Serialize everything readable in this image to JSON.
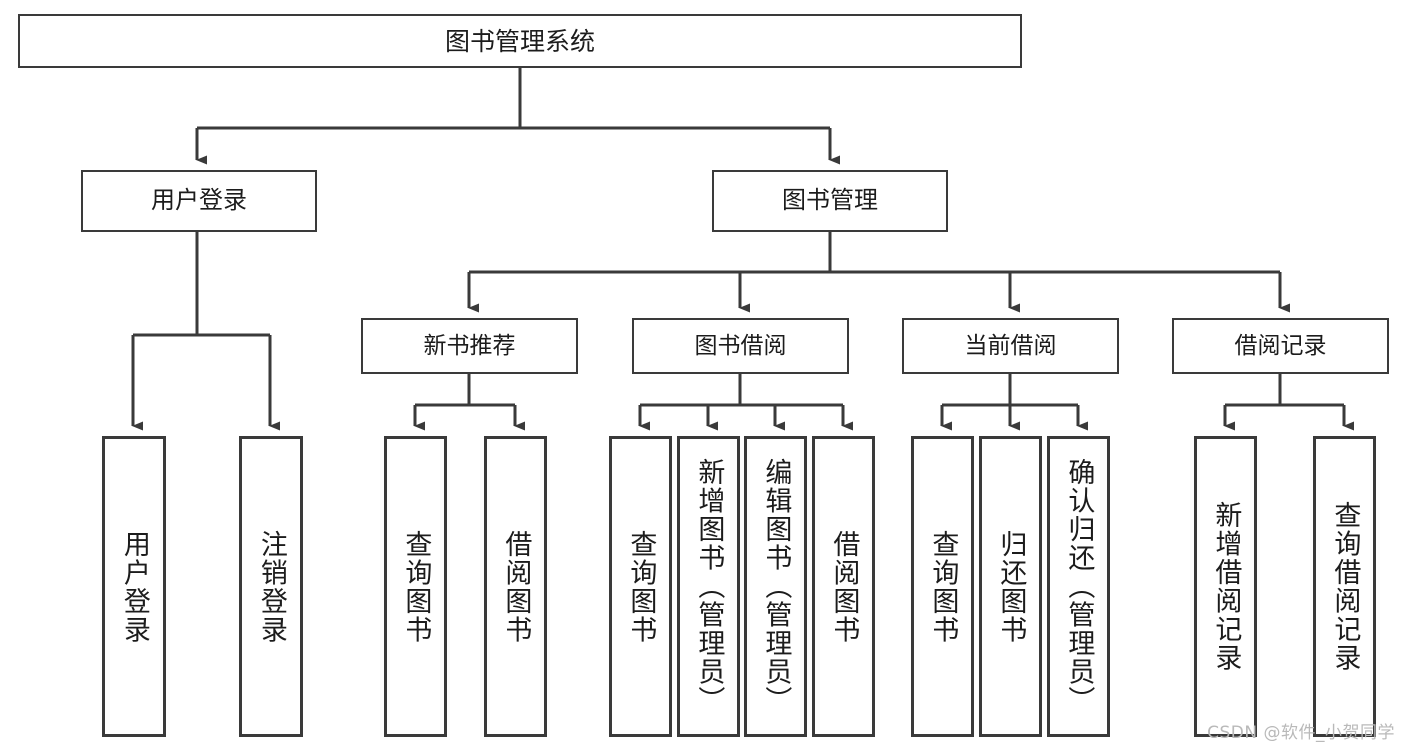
{
  "diagram": {
    "title": "图书管理系统",
    "type": "tree-hierarchy",
    "watermark": "CSDN @软件_小贺同学",
    "colors": {
      "box_border": "#3a3a3a",
      "box_fill": "#ffffff",
      "connector": "#3a3a3a",
      "text": "#1c1c1c",
      "watermark": "#b9b9b9",
      "background": "#ffffff"
    },
    "root": {
      "label": "图书管理系统"
    },
    "level2": [
      {
        "id": "user-login",
        "label": "用户登录"
      },
      {
        "id": "book-management",
        "label": "图书管理"
      }
    ],
    "level3": [
      {
        "id": "new-book-recommend",
        "label": "新书推荐"
      },
      {
        "id": "book-borrow",
        "label": "图书借阅"
      },
      {
        "id": "current-borrow",
        "label": "当前借阅"
      },
      {
        "id": "borrow-record",
        "label": "借阅记录"
      }
    ],
    "leaves": {
      "user-login": [
        {
          "id": "leaf-user-login",
          "label": "用户登录"
        },
        {
          "id": "leaf-logout-login",
          "label": "注销登录"
        }
      ],
      "new-book-recommend": [
        {
          "id": "leaf-query-book-1",
          "label": "查询图书"
        },
        {
          "id": "leaf-borrow-book-1",
          "label": "借阅图书"
        }
      ],
      "book-borrow": [
        {
          "id": "leaf-query-book-2",
          "label": "查询图书"
        },
        {
          "id": "leaf-add-book",
          "label": "新增图书（管理员）"
        },
        {
          "id": "leaf-edit-book",
          "label": "编辑图书（管理员）"
        },
        {
          "id": "leaf-borrow-book-2",
          "label": "借阅图书"
        }
      ],
      "current-borrow": [
        {
          "id": "leaf-query-book-3",
          "label": "查询图书"
        },
        {
          "id": "leaf-return-book",
          "label": "归还图书"
        },
        {
          "id": "leaf-confirm-return",
          "label": "确认归还（管理员）"
        }
      ],
      "borrow-record": [
        {
          "id": "leaf-add-record",
          "label": "新增借阅记录"
        },
        {
          "id": "leaf-query-record",
          "label": "查询借阅记录"
        }
      ]
    }
  }
}
